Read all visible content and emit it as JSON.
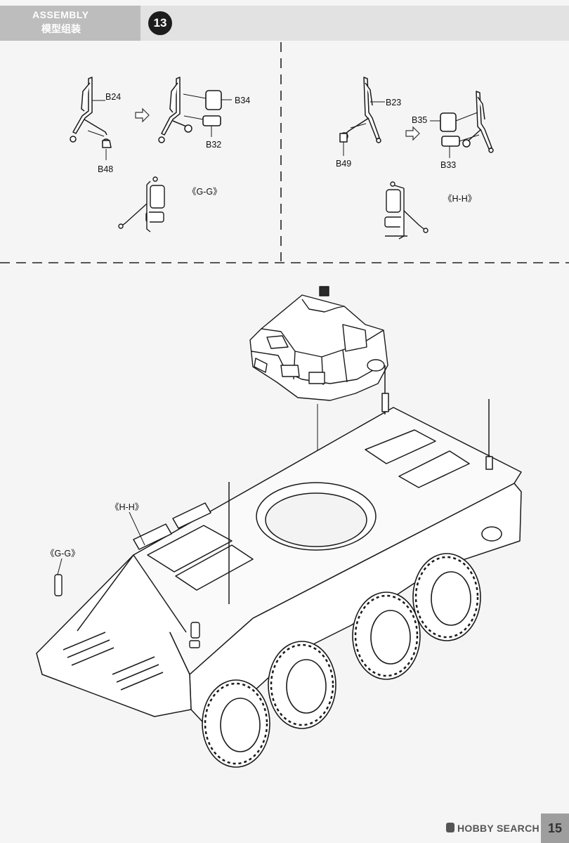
{
  "header": {
    "title_en": "ASSEMBLY",
    "title_cn": "模型组装",
    "step_number": "13"
  },
  "detail_left": {
    "parts": {
      "mirror_arm": "B24",
      "base": "B48",
      "mirror_top": "B34",
      "mirror_bottom": "B32"
    },
    "view_label": "《G-G》"
  },
  "detail_right": {
    "parts": {
      "mirror_arm": "B23",
      "base": "B49",
      "mirror_top": "B35",
      "mirror_bottom": "B33"
    },
    "view_label": "《H-H》"
  },
  "main": {
    "callout_hh": "《H-H》",
    "callout_gg": "《G-G》"
  },
  "footer": {
    "watermark": "HOBBY SEARCH",
    "page_number": "15"
  }
}
